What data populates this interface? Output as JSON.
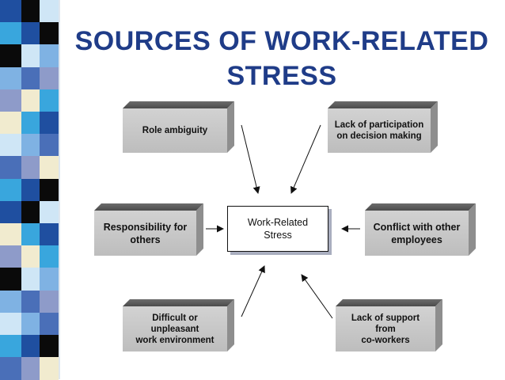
{
  "title": {
    "line1": "SOURCES OF WORK-RELATED",
    "line2": "STRESS"
  },
  "center": {
    "line1": "Work-Related",
    "line2": "Stress"
  },
  "sources": {
    "role_ambiguity": {
      "line1": "Role ambiguity",
      "line2": ""
    },
    "lack_participation": {
      "line1": "Lack of participation",
      "line2": "on decision making"
    },
    "responsibility": {
      "line1": "Responsibility for",
      "line2": "others"
    },
    "conflict": {
      "line1": "Conflict with other",
      "line2": "employees"
    },
    "work_environment": {
      "line1": "Difficult or unpleasant",
      "line2": "work environment"
    },
    "lack_support": {
      "line1": "Lack of support from",
      "line2": "co-workers"
    }
  },
  "colors": {
    "title": "#1f3c88",
    "stripe": [
      "#1f4fa0",
      "#7fb2e3",
      "#f1ebcf",
      "#0a0a0a",
      "#4a6fb8",
      "#39a6dd",
      "#cfe6f6",
      "#8e9bc9"
    ]
  }
}
